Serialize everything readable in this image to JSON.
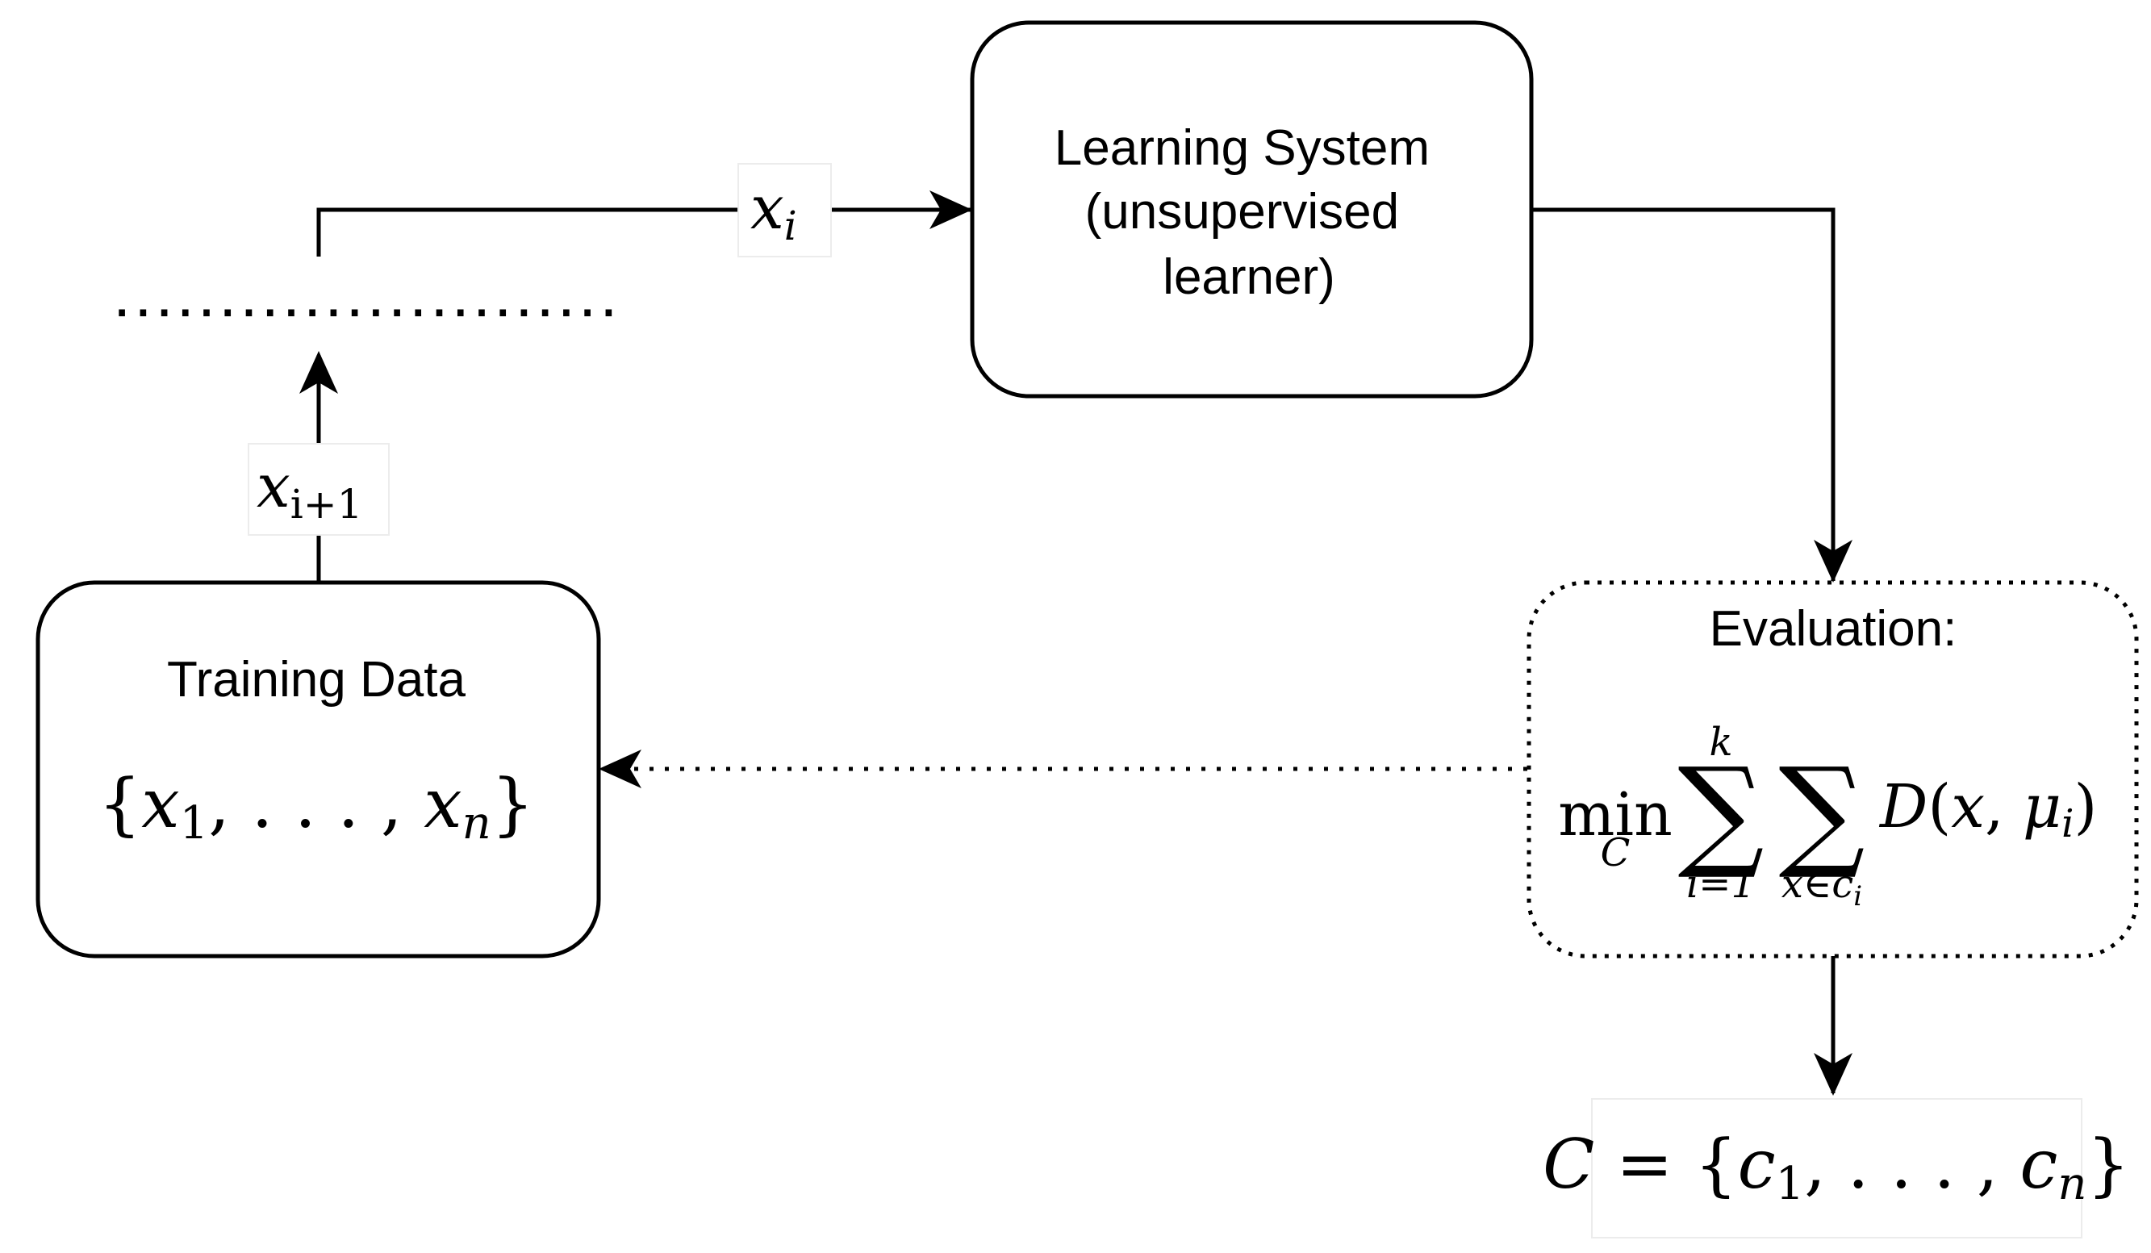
{
  "learning_system": {
    "line1": "Learning System",
    "line2": "(unsupervised",
    "line3": "learner)"
  },
  "training_data": {
    "title": "Training Data",
    "set_lbrace": "{",
    "set_x1": "x",
    "set_sub1": "1",
    "set_mid": ", . . . , ",
    "set_xn": "x",
    "set_subn": "n",
    "set_rbrace": "}"
  },
  "edge_xi": {
    "var": "x",
    "sub": "i"
  },
  "edge_xi1": {
    "var": "x",
    "sub": "i+1"
  },
  "stream": {
    "dots": "........................"
  },
  "evaluation": {
    "title": "Evaluation:",
    "min": "min",
    "min_sub": "C",
    "sum1_upper": "k",
    "sum1_lower": "i=1",
    "sum2_lower": "x∈c",
    "sum2_lower_sub": "i",
    "sigma": "∑",
    "term_d": "D",
    "term_open": "(",
    "term_x": "x",
    "term_comma": ", ",
    "term_mu": "μ",
    "term_mu_sub": "i",
    "term_close": ")"
  },
  "output": {
    "c": "C",
    "eq": " = {",
    "c1": "c",
    "c1_sub": "1",
    "mid": ", . . . , ",
    "cn": "c",
    "cn_sub": "n",
    "rbrace": "}"
  },
  "colors": {
    "stroke": "#000000",
    "background": "#ffffff"
  }
}
